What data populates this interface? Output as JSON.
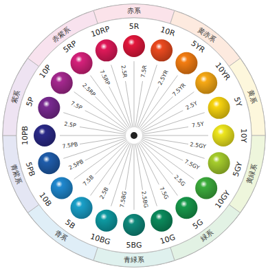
{
  "diagram": {
    "labels": [
      "赤系",
      "黄赤系",
      "黄系",
      "黄緑系",
      "緑系",
      "青緑系",
      "青系",
      "青紫系",
      "紫系",
      "赤紫系",
      "5R",
      "10R",
      "5YR",
      "10YR",
      "5Y",
      "10Y",
      "5GY",
      "10GY",
      "5G",
      "10G",
      "5BG",
      "10BG",
      "5B",
      "10B",
      "5PB",
      "10PB",
      "5P",
      "10P",
      "5RP",
      "10RP",
      "2.5R",
      "7.5R",
      "2.5YR",
      "7.5YR",
      "2.5Y",
      "7.5Y",
      "2.5GY",
      "7.5GY",
      "2.5G",
      "7.5G",
      "2.5BG",
      "7.5BG",
      "2.5B",
      "7.5B",
      "2.5PB",
      "7.5PB",
      "2.5P",
      "7.5P",
      "2.5RP",
      "7.5RP"
    ]
  }
}
